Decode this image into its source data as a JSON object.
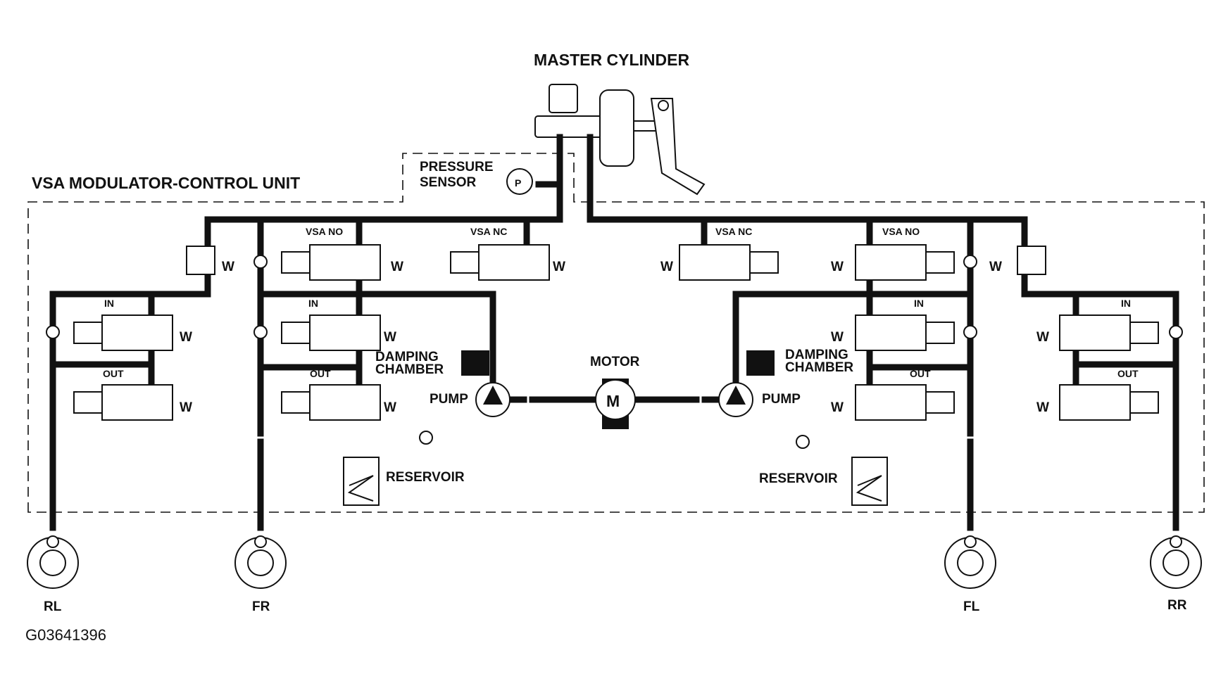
{
  "title": "MASTER CYLINDER",
  "unit_label": "VSA MODULATOR-CONTROL UNIT",
  "pressure_sensor": {
    "line1": "PRESSURE",
    "line2": "SENSOR",
    "symbol": "P"
  },
  "motor": {
    "label": "MOTOR",
    "symbol": "M"
  },
  "left": {
    "vsa_no": "VSA NO",
    "vsa_nc": "VSA NC",
    "in_rl": "IN",
    "in_fr": "IN",
    "out_rl": "OUT",
    "out_fr": "OUT",
    "damping_line1": "DAMPING",
    "damping_line2": "CHAMBER",
    "pump": "PUMP",
    "reservoir": "RESERVOIR"
  },
  "right": {
    "vsa_no": "VSA NO",
    "vsa_nc": "VSA NC",
    "in_fl": "IN",
    "in_rr": "IN",
    "out_fl": "OUT",
    "out_rr": "OUT",
    "damping_line1": "DAMPING",
    "damping_line2": "CHAMBER",
    "pump": "PUMP",
    "reservoir": "RESERVOIR"
  },
  "wheels": [
    "RL",
    "FR",
    "FL",
    "RR"
  ],
  "figure_id": "G03641396"
}
